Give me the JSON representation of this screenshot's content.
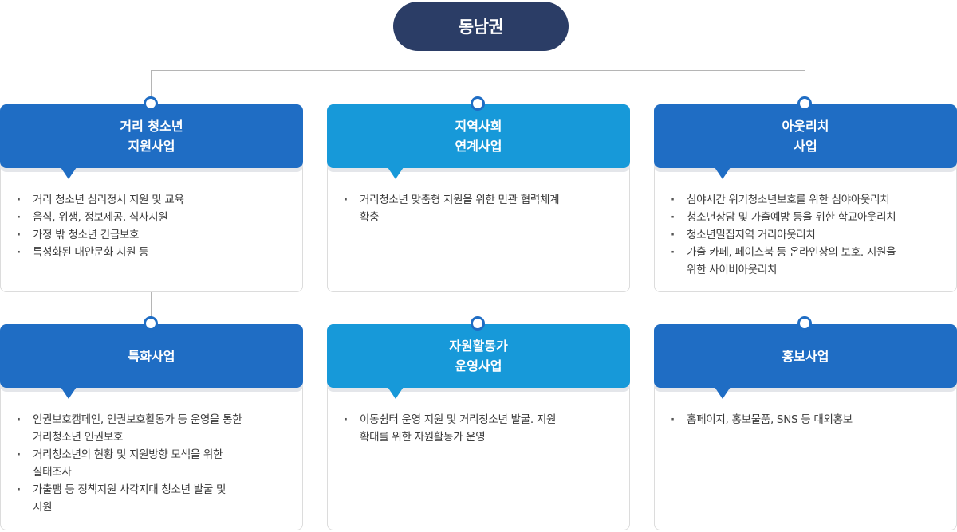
{
  "root": {
    "label": "동남권"
  },
  "cards": [
    {
      "title": "거리 청소년\n지원사업",
      "items": [
        "거리 청소년 심리정서 지원 및 교육",
        "음식, 위생, 정보제공, 식사지원",
        "가정 밖 청소년 긴급보호",
        "특성화된 대안문화 지원 등"
      ]
    },
    {
      "title": "지역사회\n연계사업",
      "items": [
        "거리청소년 맞춤형 지원을 위한 민관 협력체계\n확충"
      ]
    },
    {
      "title": "아웃리치\n사업",
      "items": [
        "심야시간 위기청소년보호를 위한 심야아웃리치",
        "청소년상담 및 가출예방 등을 위한 학교아웃리치",
        "청소년밀집지역 거리아웃리치",
        "가출 카페, 페이스북 등 온라인상의 보호. 지원을\n위한 사이버아웃리치"
      ]
    },
    {
      "title": "특화사업",
      "items": [
        "인권보호캠페인, 인권보호활동가 등 운영을 통한\n거리청소년 인권보호",
        "거리청소년의 현황 및 지원방향 모색을 위한\n실태조사",
        "가출팸 등 정책지원 사각지대 청소년 발굴 및\n지원"
      ]
    },
    {
      "title": "자원활동가\n운영사업",
      "items": [
        "이동쉼터 운영 지원 및 거리청소년 발굴. 지원\n확대를 위한 자원활동가 운영"
      ]
    },
    {
      "title": "홍보사업",
      "items": [
        "홈페이지, 홍보물품, SNS 등 대외홍보"
      ]
    }
  ],
  "colors": {
    "root": "#2b3d66",
    "header_dark": "#1f6dc4",
    "header_light": "#1799d9",
    "connector": "#b5b5b5"
  }
}
